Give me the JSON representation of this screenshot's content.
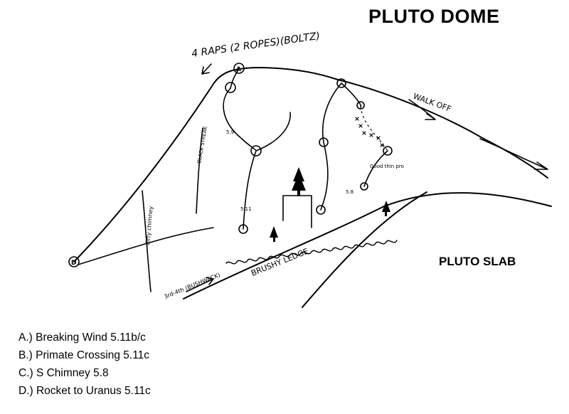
{
  "title": "PLUTO DOME",
  "slab_label": "PLUTO SLAB",
  "annotations": {
    "raps": "4 RAPS (2 ROPES)(BOLTZ)",
    "walk_off": "WALK OFF",
    "black_streak": "BLACK STREAK",
    "dirty_chimney": "dirty chimney",
    "brushy_ledge": "BRUSHY LEDGE",
    "approach": "3rd-4th (BUSHWACK)",
    "grade_59": "5.9",
    "grade_511": "5.11",
    "grade_58": "5.8",
    "good_thin_pro": "Good thin pro"
  },
  "route_markers": {
    "a": "A",
    "d": "D"
  },
  "legend": [
    "A.) Breaking Wind 5.11b/c",
    "B.) Primate Crossing 5.11c",
    "C.) S Chimney 5.8",
    "D.) Rocket to Uranus 5.11c"
  ]
}
